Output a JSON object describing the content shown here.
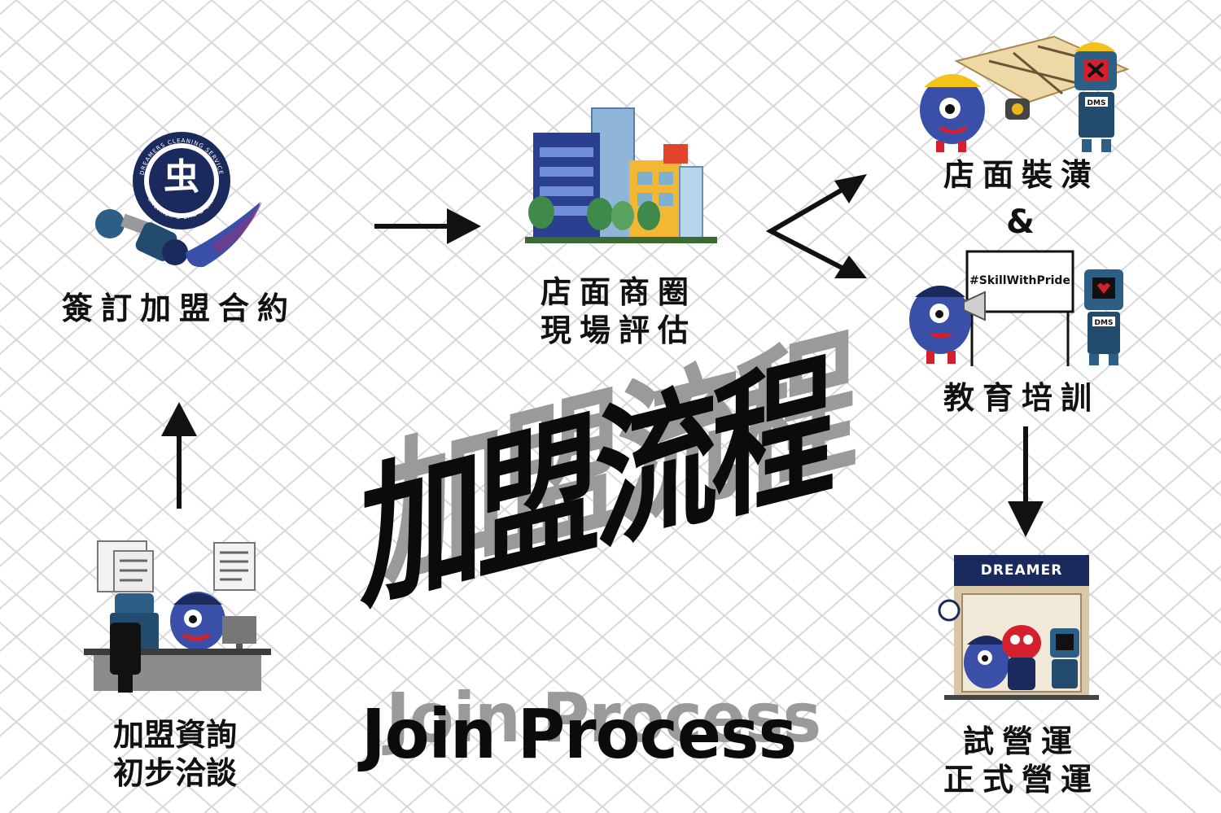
{
  "title": {
    "zh": "加盟流程",
    "en": "Join Process"
  },
  "steps": {
    "inquiry": {
      "line1": "加盟資詢",
      "line2": "初步洽談"
    },
    "contract": {
      "line1": "簽訂加盟合約"
    },
    "evaluation": {
      "line1": "店面商圈",
      "line2": "現場評估"
    },
    "renovation": {
      "line1": "店面裝潢"
    },
    "ampersand": "&",
    "training": {
      "line1": "教育培訓"
    },
    "operation": {
      "line1": "試營運",
      "line2": "正式營運"
    }
  },
  "badge": {
    "top_text": "DREAMERS CLEANING SERVICE",
    "bottom_text": "SNEAKER & BAG & CAP"
  },
  "whiteboard_text": "#SkillWithPride",
  "store_sign": "DREAMER",
  "robot_tag": "DMS",
  "colors": {
    "navy": "#1b2a5c",
    "robot_blue": "#3a4fa8",
    "accent_red": "#d3202c",
    "grid": "#d8d8d8"
  }
}
